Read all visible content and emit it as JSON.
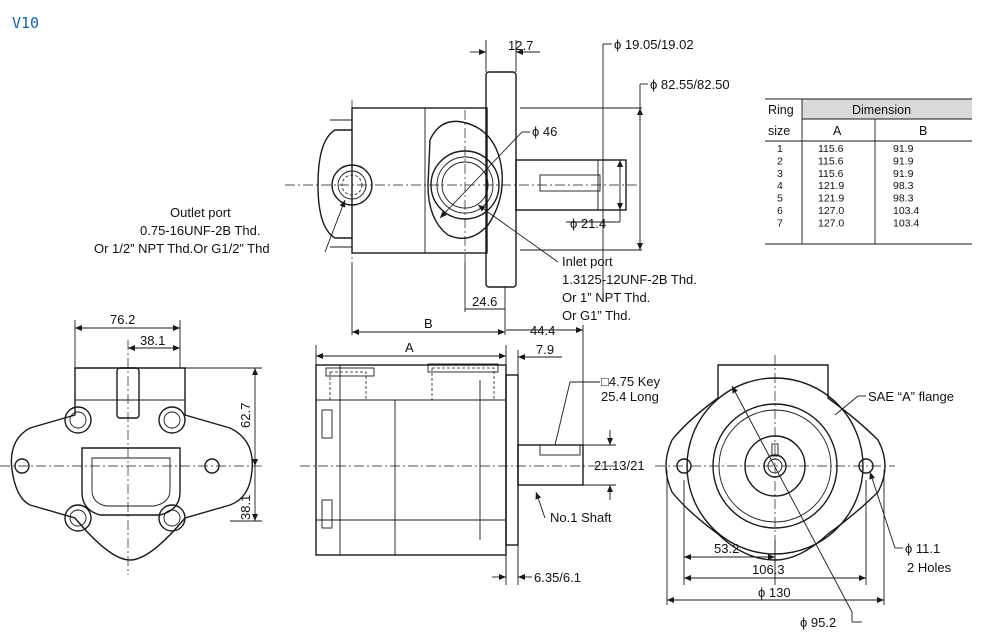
{
  "title": "V10",
  "dims": {
    "top_12_7": "12.7",
    "shaft_dia": "ϕ 19.05/19.02",
    "pilot_dia": "ϕ 82.55/82.50",
    "port_dia": "ϕ 46",
    "shaft_small": "ϕ 21.4",
    "d24_6": "24.6",
    "B": "B",
    "d44_4": "44.4",
    "A": "A",
    "d7_9": "7.9",
    "d76_2": "76.2",
    "d38_1_top": "38.1",
    "d62_7": "62.7",
    "d38_1_side": "38.1",
    "d21_13": "21.13/21",
    "d6_35": "6.35/6.1",
    "d53_2": "53.2",
    "d106_3": "106.3",
    "d130": "ϕ 130",
    "d95_2": "ϕ 95.2",
    "d11_1": "ϕ 11.1",
    "holes": "2 Holes"
  },
  "callouts": {
    "outlet": [
      "Outlet port",
      "0.75-16UNF-2B Thd.",
      "Or 1/2” NPT Thd.Or G1/2” Thd"
    ],
    "inlet": [
      "Inlet port",
      "1.3125-12UNF-2B Thd.",
      "Or 1” NPT Thd.",
      "Or G1” Thd."
    ],
    "key": [
      "□4.75 Key",
      "25.4 Long"
    ],
    "shaft": "No.1 Shaft",
    "flange": "SAE “A” flange"
  },
  "ring_table": {
    "head_ring": "Ring",
    "head_size": "size",
    "head_dimension": "Dimension",
    "col_a": "A",
    "col_b": "B",
    "rows": [
      [
        "1",
        "115.6",
        "91.9"
      ],
      [
        "2",
        "115.6",
        "91.9"
      ],
      [
        "3",
        "115.6",
        "91.9"
      ],
      [
        "4",
        "121.9",
        "98.3"
      ],
      [
        "5",
        "121.9",
        "98.3"
      ],
      [
        "6",
        "127.0",
        "103.4"
      ],
      [
        "7",
        "127.0",
        "103.4"
      ]
    ]
  }
}
